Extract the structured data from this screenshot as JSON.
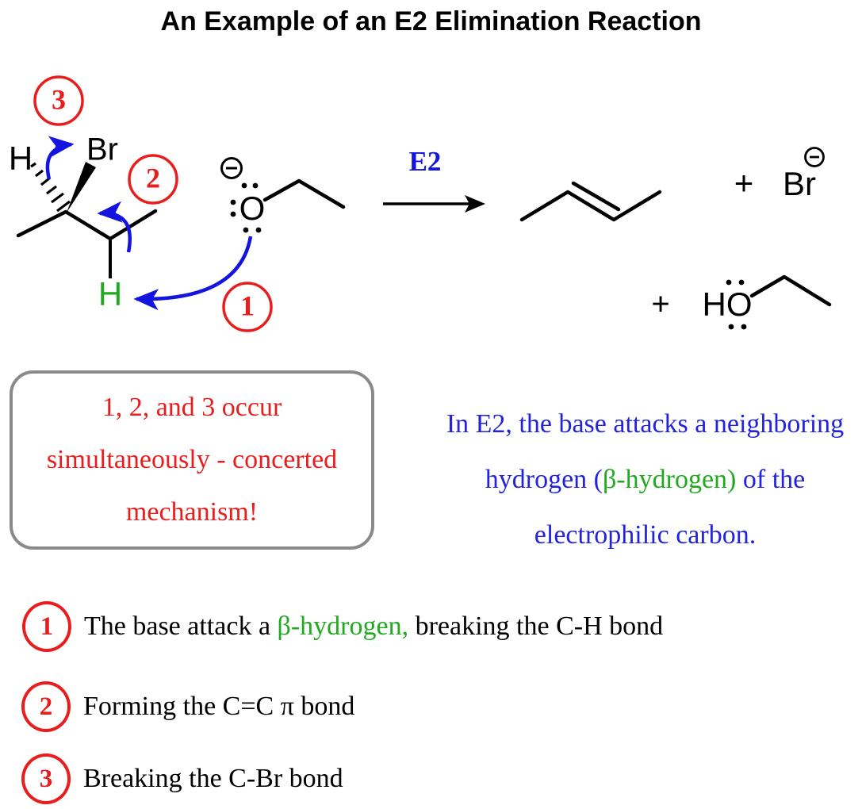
{
  "title": "An Example of an E2 Elimination Reaction",
  "colors": {
    "red": "#e81e1e",
    "blue_text": "#2323dd",
    "green": "#20aa20",
    "arrow_blue": "#1414e0",
    "box_border_gray": "#8a8a8a"
  },
  "scheme": {
    "labels": {
      "h_alpha": "H",
      "br_substrate": "Br",
      "h_beta": "H",
      "o_ethoxide": "O",
      "e2_label": "E2",
      "plus_1": "+",
      "br_anion": "Br",
      "plus_2": "+",
      "ho_ethanol": "HO"
    },
    "step_circles": {
      "c3": "3",
      "c2": "2",
      "c1": "1"
    }
  },
  "note_box": {
    "line1": "1, 2, and 3 occur",
    "line2": "simultaneously - concerted",
    "line3": "mechanism!"
  },
  "description": {
    "line1": "In E2, the base attacks a neighboring",
    "line2_pre": "hydrogen (",
    "line2_green": "β-hydrogen)",
    "line2_post": " of the",
    "line3": "electrophilic carbon."
  },
  "steps": [
    {
      "number": "1",
      "pre": "The base attack a ",
      "green": "β-hydrogen,",
      "post": " breaking the C-H bond"
    },
    {
      "number": "2",
      "pre": "Forming the C=C π bond",
      "green": "",
      "post": ""
    },
    {
      "number": "3",
      "pre": "Breaking the C-Br bond",
      "green": "",
      "post": ""
    }
  ]
}
